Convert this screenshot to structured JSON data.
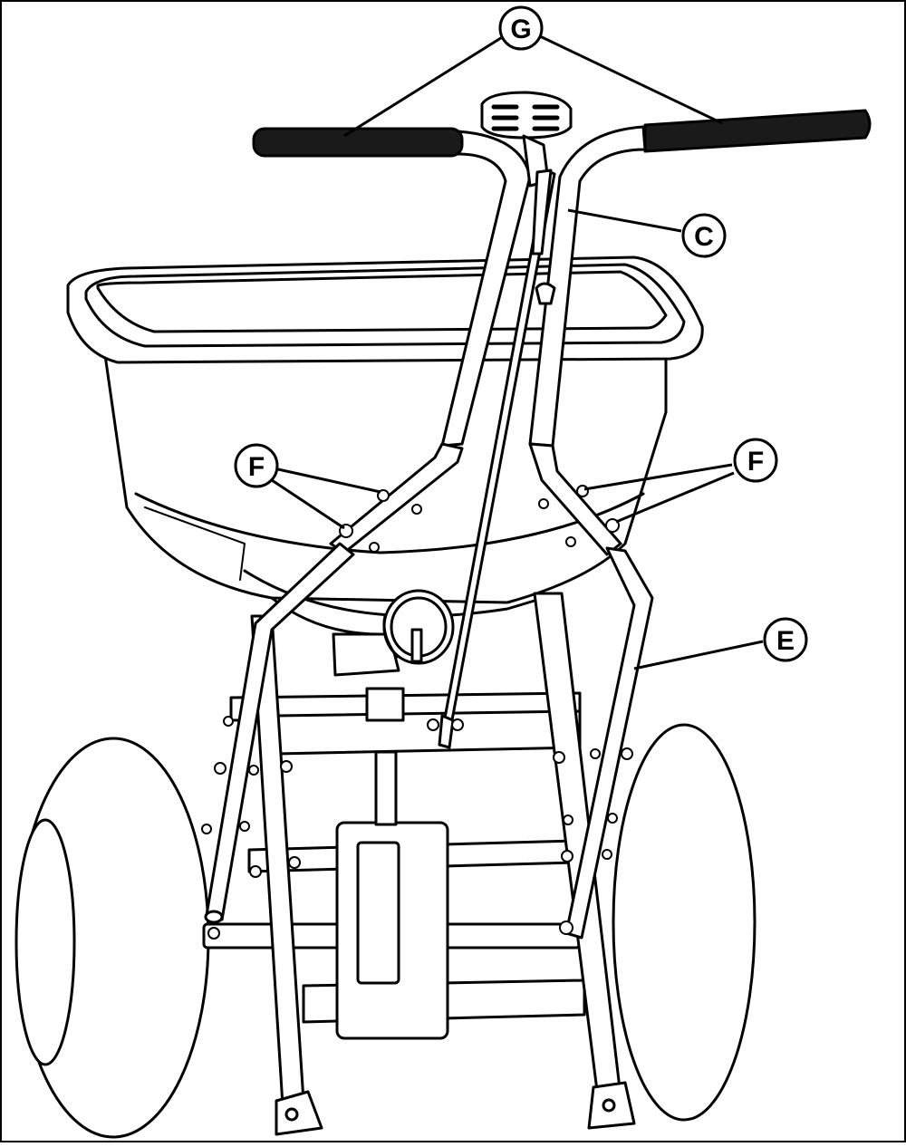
{
  "figure": {
    "callouts": {
      "g": "G",
      "c": "C",
      "f_left": "F",
      "f_right": "F",
      "e": "E"
    }
  }
}
